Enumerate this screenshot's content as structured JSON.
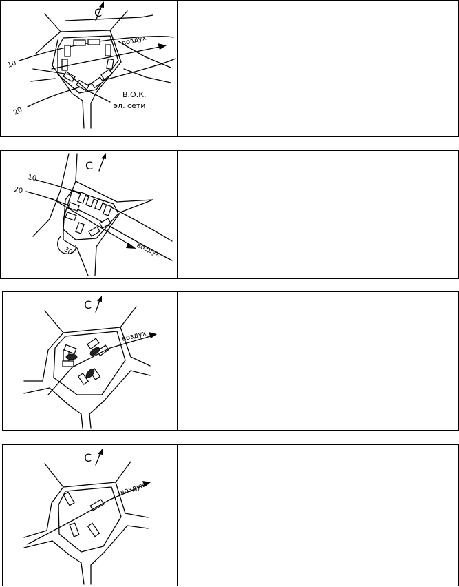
{
  "panels": [
    {
      "north": "С",
      "wind": "воздух",
      "contours": [
        "10",
        "20"
      ],
      "label_line1": "В.О.К.",
      "label_line2": "эл. сети"
    },
    {
      "north": "С",
      "wind": "воздух",
      "contours": [
        "10",
        "20",
        "30"
      ]
    },
    {
      "north": "С",
      "wind": "воздух"
    },
    {
      "north": "С",
      "wind": "воздух"
    }
  ]
}
